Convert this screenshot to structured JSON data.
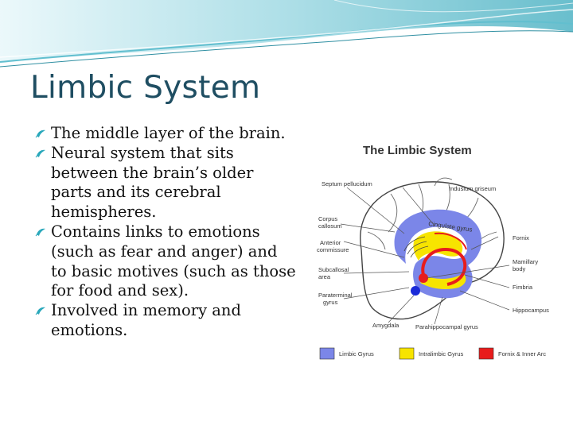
{
  "slide": {
    "title": "Limbic System",
    "bullets": [
      "The middle layer of the brain.",
      "Neural system that sits between the brain’s older parts and its cerebral hemispheres.",
      "Contains links to emotions (such as fear and anger) and to basic motives (such as those for food and sex).",
      "Involved in memory and emotions."
    ]
  },
  "figure": {
    "title": "The Limbic System",
    "labels": {
      "septum": "Septum pellucidum",
      "indusium": "Indusium griseum",
      "corpus1": "Corpus",
      "corpus2": "callosum",
      "anterior1": "Anterior",
      "anterior2": "commissure",
      "fornix": "Fornix",
      "mamillary1": "Mamillary",
      "mamillary2": "body",
      "subcallosal1": "Subcallosal",
      "subcallosal2": "area",
      "fimbria": "Fimbria",
      "paraterminal1": "Paraterminal",
      "paraterminal2": "gyrus",
      "hippocampus": "Hippocampus",
      "amygdala": "Amygdala",
      "parahippocampal": "Parahippocampal gyrus",
      "cingulate": "Cingulate gyrus"
    },
    "legend": [
      {
        "label": "Limbic Gyrus",
        "color": "#7b86e8"
      },
      {
        "label": "Intralimbic Gyrus",
        "color": "#f7e400"
      },
      {
        "label": "Fornix & Inner Arc",
        "color": "#e81c1c"
      }
    ]
  },
  "colors": {
    "title": "#1f4e62",
    "banner_light": "#bfe7ee",
    "banner_mid": "#5fbccc",
    "bullet_mark": "#2aa8bb"
  }
}
